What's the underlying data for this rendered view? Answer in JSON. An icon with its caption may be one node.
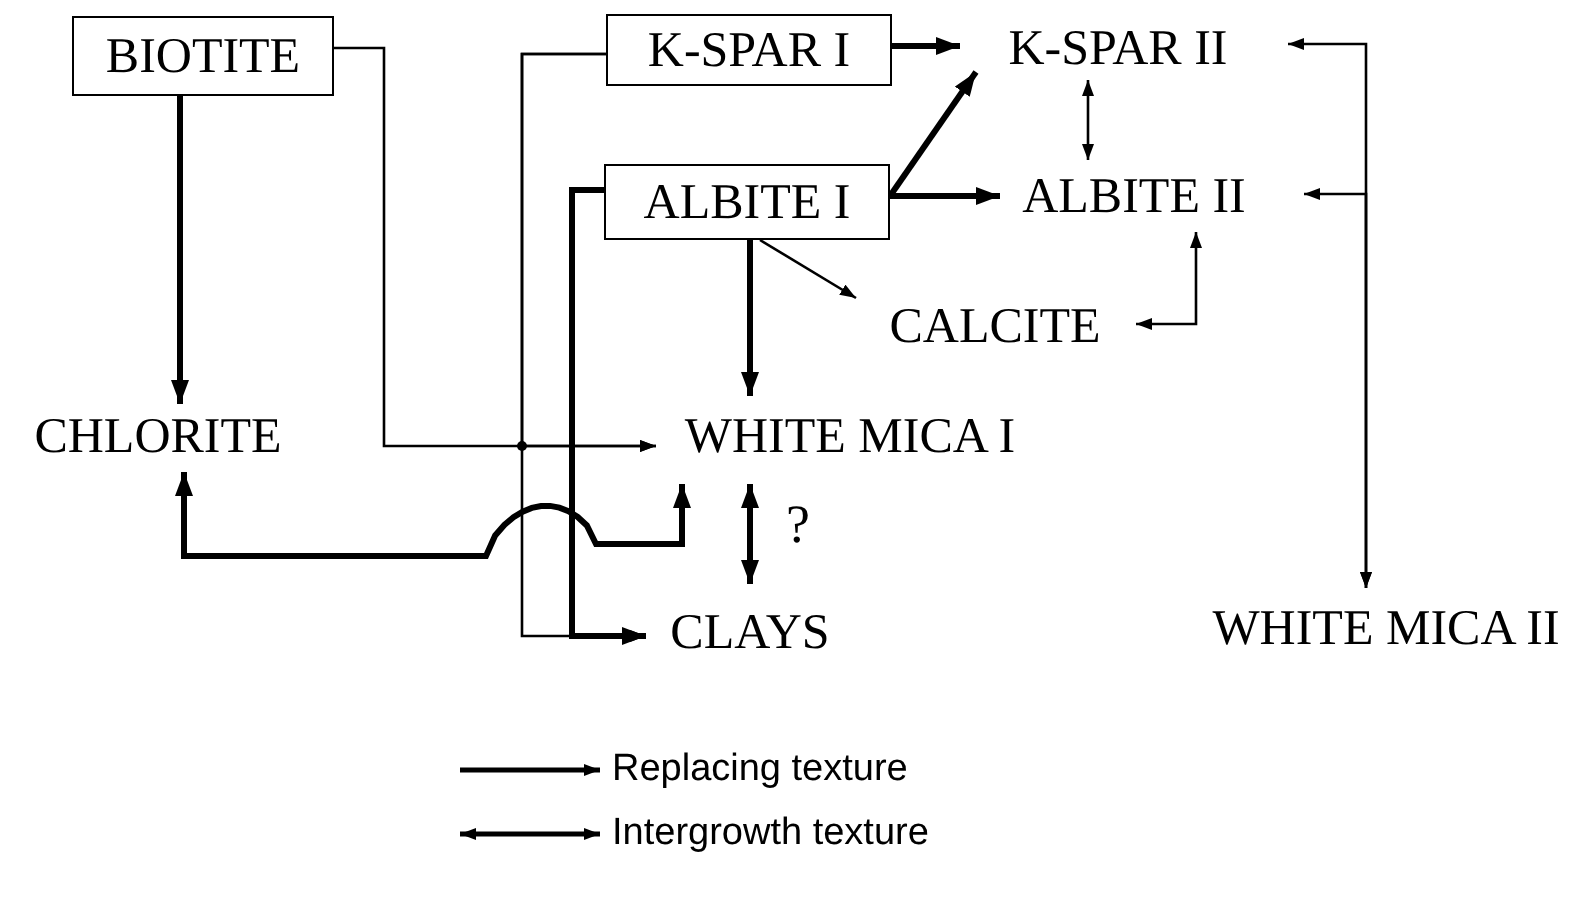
{
  "diagram": {
    "nodes": [
      {
        "text": [
          "BIOTITE"
        ]
      },
      {
        "text": [
          "K-SPAR I"
        ]
      },
      {
        "text": [
          "K-SPAR II"
        ]
      },
      {
        "text": [
          "ALBITE I"
        ]
      },
      {
        "text": [
          "ALBITE II"
        ]
      },
      {
        "text": [
          "CALCITE"
        ]
      },
      {
        "text": [
          "CHLORITE"
        ]
      },
      {
        "text": [
          "WHITE MICA I"
        ]
      },
      {
        "text": [
          "CLAYS"
        ]
      },
      {
        "text": [
          "WHITE MICA II"
        ]
      }
    ],
    "edges": [
      {
        "from": 0,
        "to": 6,
        "arrow": "to",
        "style": "thick"
      },
      {
        "from": 0,
        "to": 7,
        "arrow": "to"
      },
      {
        "from": 1,
        "to": 7,
        "arrow": "to"
      },
      {
        "from": 1,
        "to": 8,
        "arrow": "to"
      },
      {
        "from": 1,
        "to": 2,
        "arrow": "to",
        "style": "thick"
      },
      {
        "from": 3,
        "to": 2,
        "arrow": "to",
        "style": "thick"
      },
      {
        "from": 3,
        "to": 4,
        "arrow": "to",
        "style": "thick"
      },
      {
        "from": 3,
        "to": 7,
        "arrow": "to",
        "style": "thick"
      },
      {
        "from": 3,
        "to": 5,
        "arrow": "to"
      },
      {
        "from": 2,
        "to": 4,
        "arrow": "both"
      },
      {
        "from": 4,
        "to": 5,
        "arrow": "both"
      },
      {
        "from": 9,
        "to": 2,
        "arrow": "both"
      },
      {
        "from": 9,
        "to": 4,
        "arrow": "both"
      },
      {
        "from": 3,
        "to": 8,
        "arrow": "to",
        "style": "thick"
      },
      {
        "from": 6,
        "to": 7,
        "arrow": "both",
        "style": "thick"
      },
      {
        "from": 7,
        "to": 8,
        "label": "?",
        "arrow": "both",
        "style": "thick"
      }
    ],
    "legend": [
      {
        "text": "Replacing texture"
      },
      {
        "text": "Intergrowth texture"
      }
    ]
  }
}
